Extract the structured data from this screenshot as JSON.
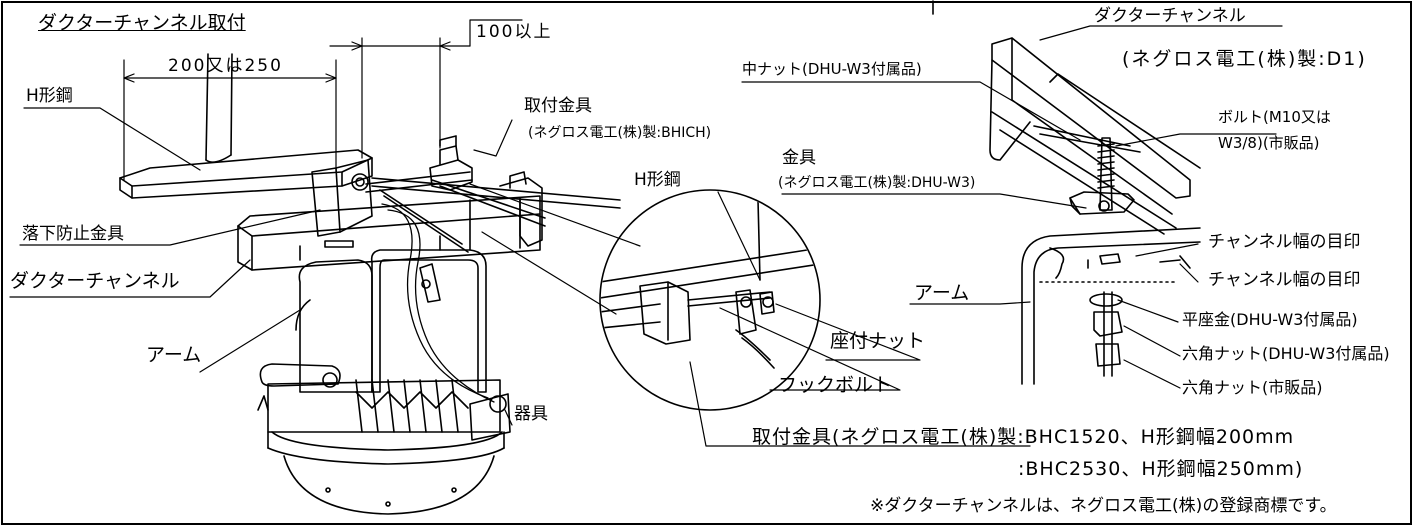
{
  "title": "ダクターチャンネル取付",
  "dimensions": {
    "width_span": "200又は250",
    "min_span": "100以上"
  },
  "labels": {
    "h_beam_left": "H形鋼",
    "mount_bracket": "取付金具",
    "mount_bracket_maker": "(ネグロス電工(株)製:BHICH)",
    "fall_prevention": "落下防止金具",
    "ductor_channel_left": "ダクターチャンネル",
    "arm_left": "アーム",
    "fixture": "器具",
    "h_beam_detail": "H形鋼",
    "seat_nut": "座付ナット",
    "hook_bolt": "フックボルト",
    "mount_bracket_bottom_1": "取付金具(ネグロス電工(株)製:BHC1520、H形鋼幅200mm",
    "mount_bracket_bottom_2": ":BHC2530、H形鋼幅250mm)",
    "ductor_channel_right": "ダクターチャンネル",
    "ductor_channel_maker": "(ネグロス電工(株)製:D1)",
    "middle_nut": "中ナット(DHU-W3付属品)",
    "bolt_1": "ボルト(M10又は",
    "bolt_2": "W3/8)(市販品)",
    "metal_fitting": "金具",
    "metal_fitting_maker": "(ネグロス電工(株)製:DHU-W3)",
    "channel_width_mark_1": "チャンネル幅の目印",
    "channel_width_mark_2": "チャンネル幅の目印",
    "arm_right": "アーム",
    "flat_washer": "平座金(DHU-W3付属品)",
    "hex_nut_1": "六角ナット(DHU-W3付属品)",
    "hex_nut_2": "六角ナット(市販品)",
    "footnote": "※ダクターチャンネルは、ネグロス電工(株)の登録商標です。"
  }
}
